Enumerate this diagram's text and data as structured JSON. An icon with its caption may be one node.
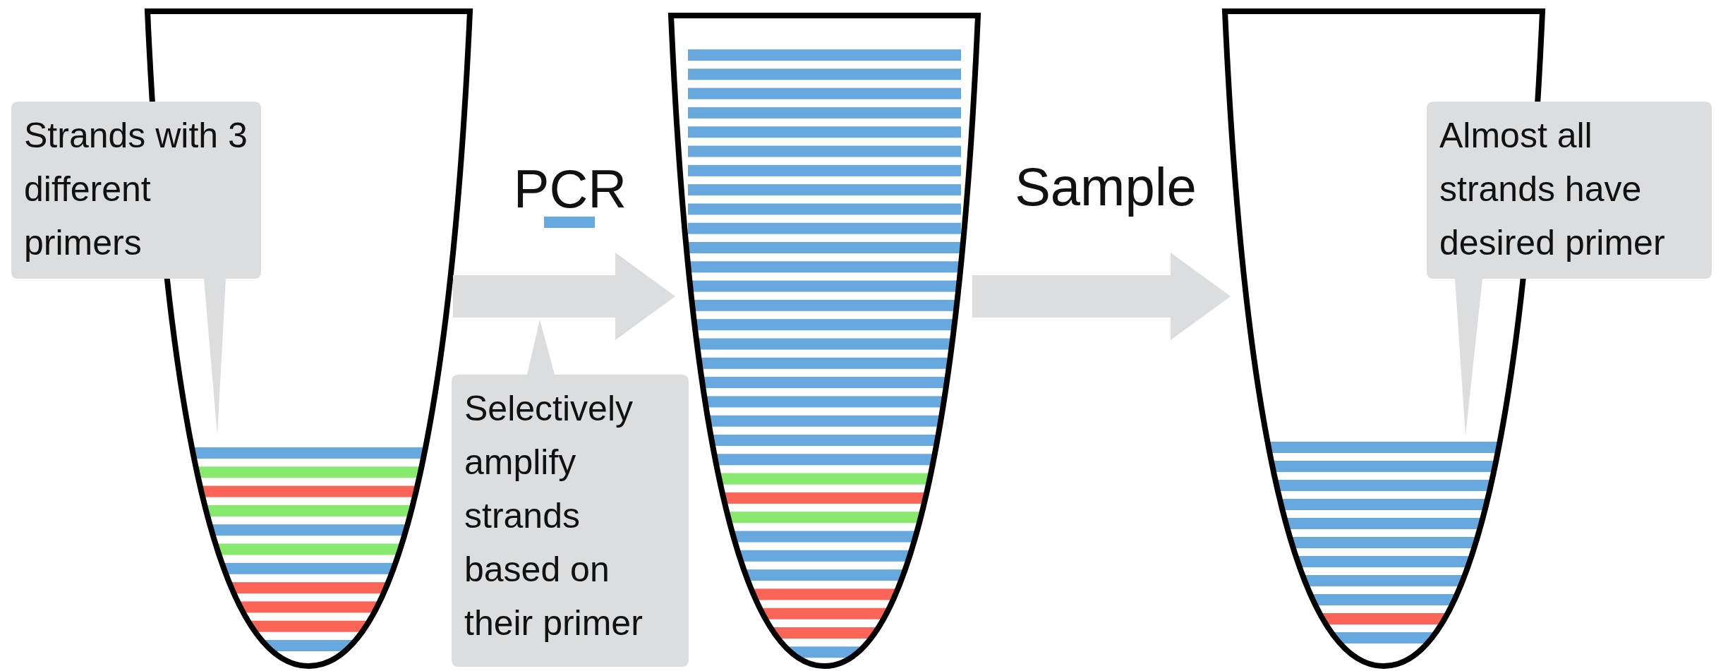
{
  "diagram": {
    "nodes": [
      {
        "text": [],
        "shape": "tube"
      },
      {
        "text": [
          "Strands with 3 different primers"
        ]
      },
      {
        "text": [],
        "shape": "tube"
      },
      {
        "text": [
          "Selectively amplify strands based on their primer"
        ]
      },
      {
        "text": [],
        "shape": "tube"
      },
      {
        "text": [
          "Almost all strands have desired primer"
        ]
      }
    ],
    "edges": [
      {
        "from": 0,
        "to": 2,
        "arrow": "to",
        "label": "PCR"
      },
      {
        "from": 2,
        "to": 4,
        "arrow": "to",
        "label": "Sample"
      }
    ]
  }
}
